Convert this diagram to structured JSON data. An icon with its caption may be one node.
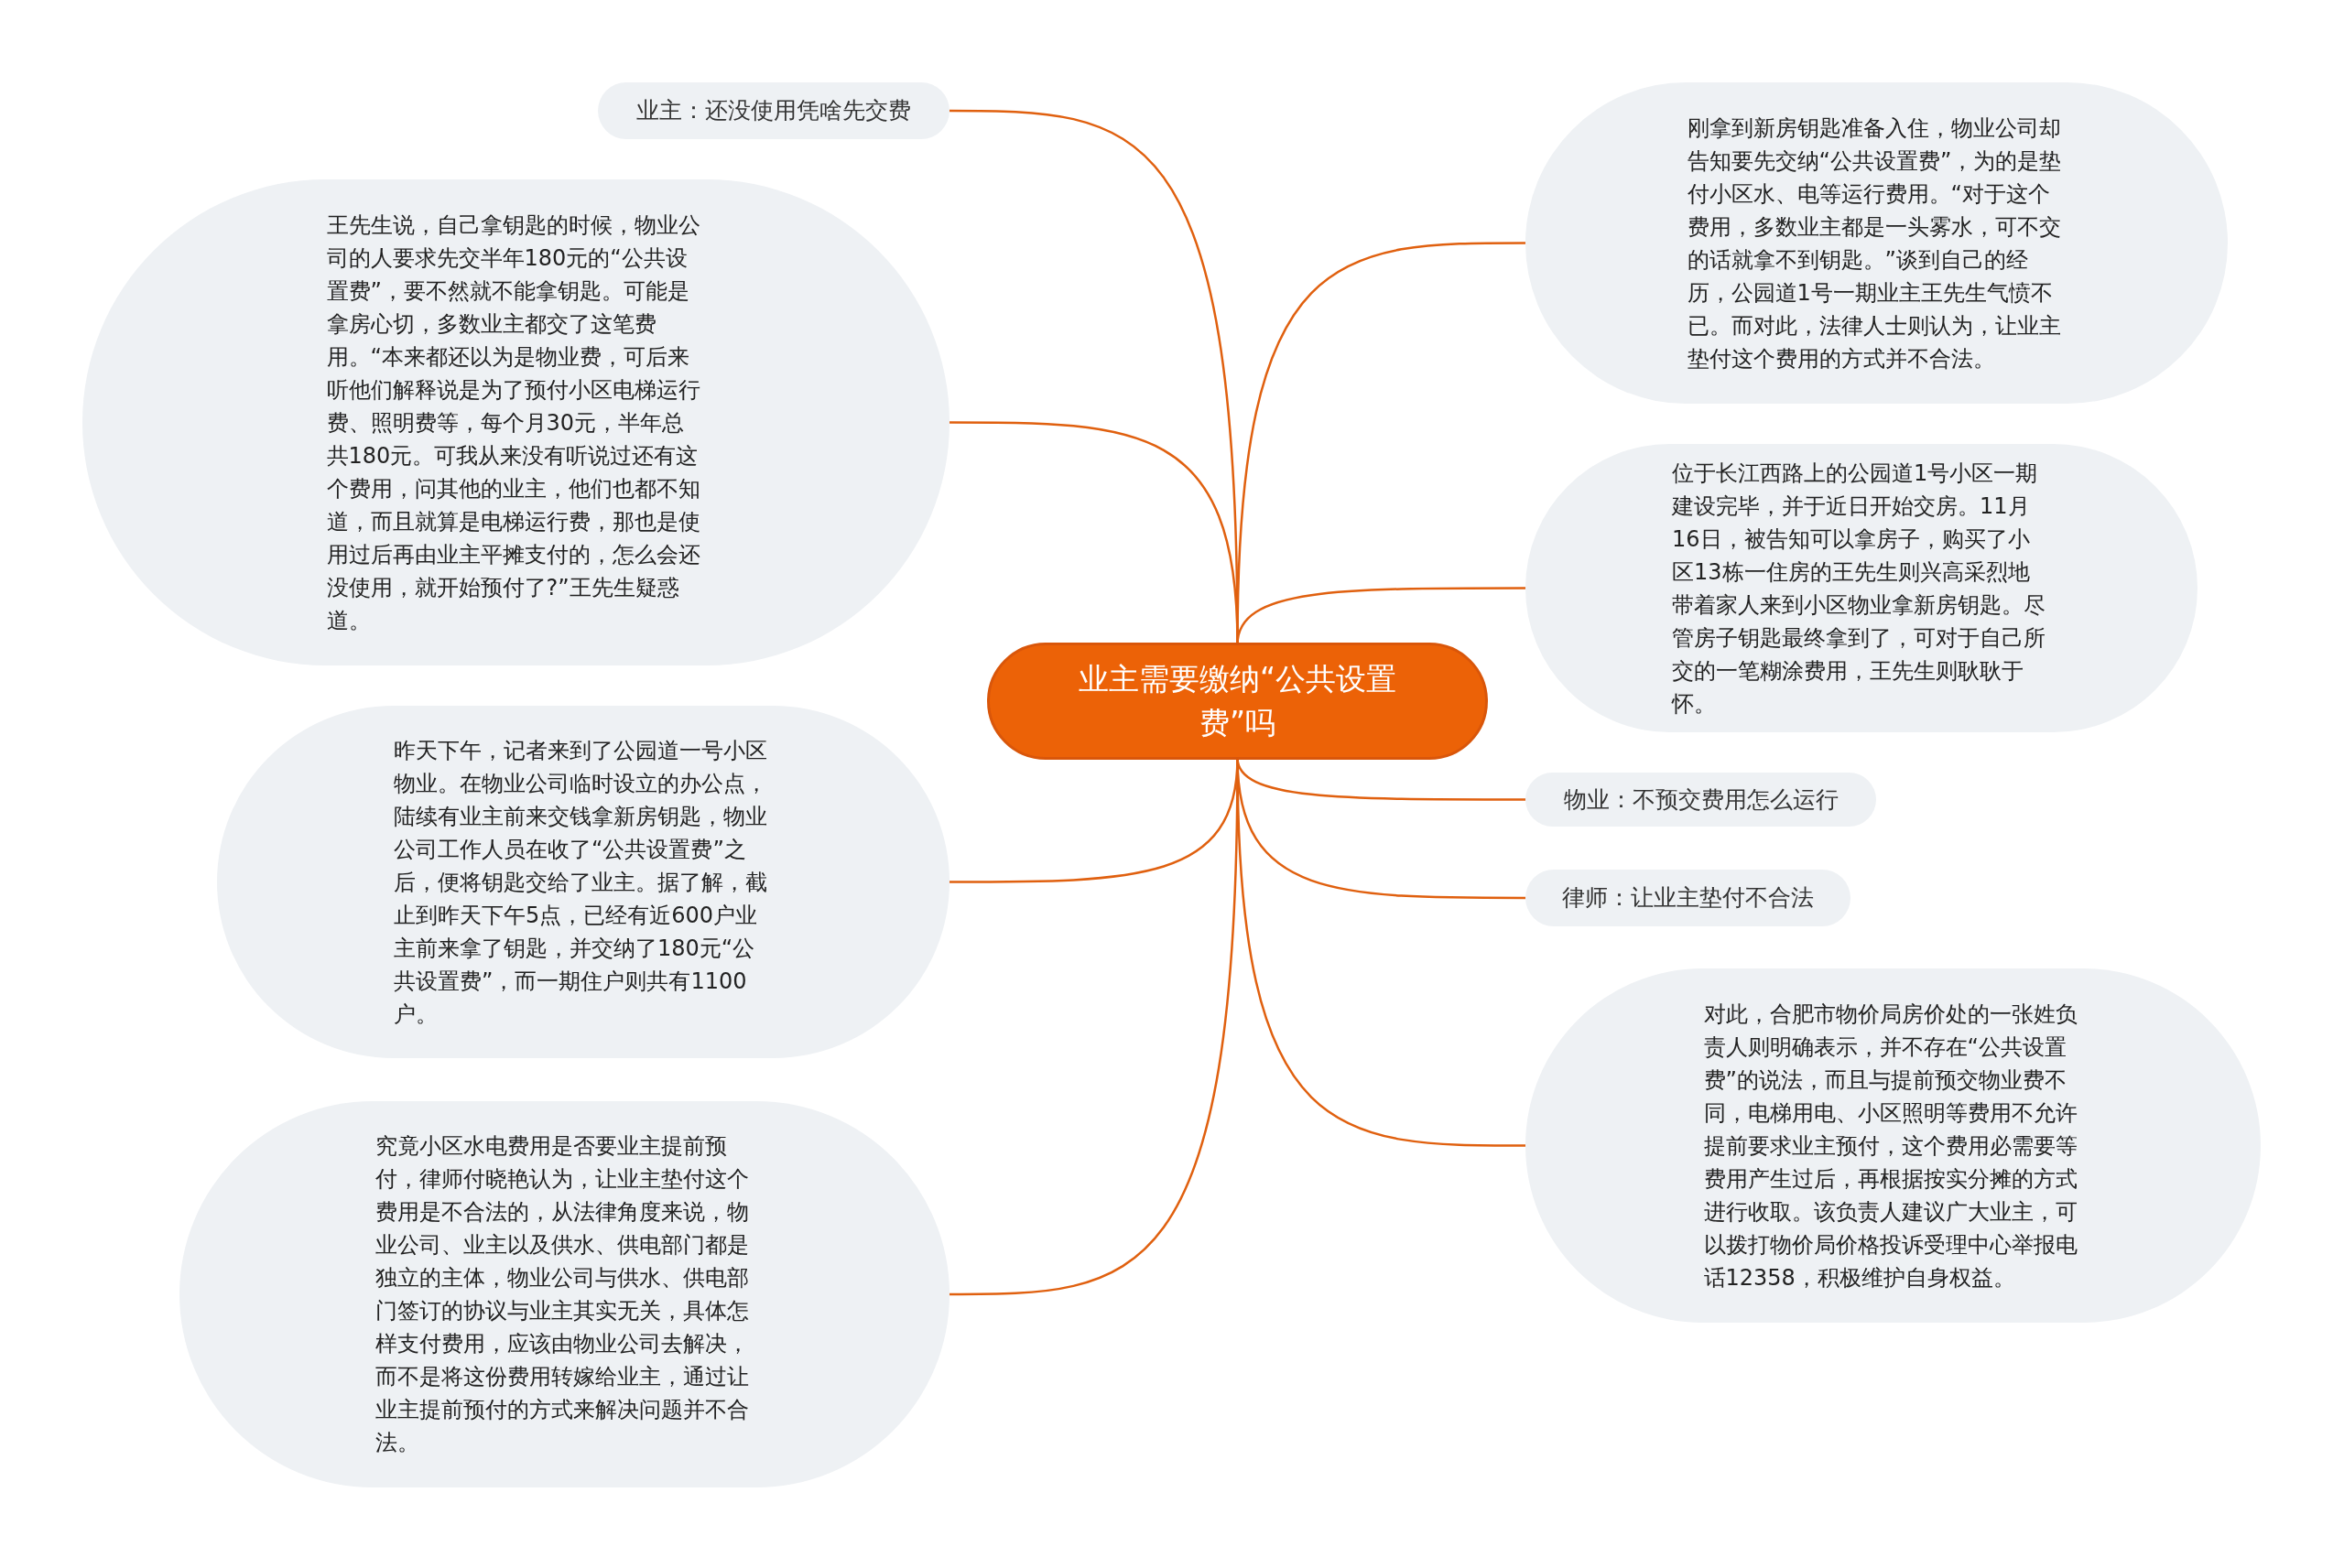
{
  "diagram": {
    "nodes": [
      {
        "text": [
          "业主需要缴纳“公共设置费”吗"
        ]
      },
      {
        "text": [
          "业主：还没使用凭啥先交费"
        ]
      },
      {
        "text": [
          "王先生说，自己拿钥匙的时候，物业公司的人要求先交半年180元的“公共设置费”，要不然就不能拿钥匙。可能是拿房心切，多数业主都交了这笔费用。“本来都还以为是物业费，可后来听他们解释说是为了预付小区电梯运行费、照明费等，每个月30元，半年总共180元。可我从来没有听说过还有这个费用，问其他的业主，他们也都不知道，而且就算是电梯运行费，那也是使用过后再由业主平摊支付的，怎么会还没使用，就开始预付了?”王先生疑惑道。"
        ]
      },
      {
        "text": [
          "昨天下午，记者来到了公园道一号小区物业。在物业公司临时设立的办公点，陆续有业主前来交钱拿新房钥匙，物业公司工作人员在收了“公共设置费”之后，便将钥匙交给了业主。据了解，截止到昨天下午5点，已经有近600户业主前来拿了钥匙，并交纳了180元“公共设置费”，而一期住户则共有1100户。"
        ]
      },
      {
        "text": [
          "究竟小区水电费用是否要业主提前预付，律师付晓艳认为，让业主垫付这个费用是不合法的，从法律角度来说，物业公司、业主以及供水、供电部门都是独立的主体，物业公司与供水、供电部门签订的协议与业主其实无关，具体怎样支付费用，应该由物业公司去解决，而不是将这份费用转嫁给业主，通过让业主提前预付的方式来解决问题并不合法。"
        ]
      },
      {
        "text": [
          "刚拿到新房钥匙准备入住，物业公司却告知要先交纳“公共设置费”，为的是垫付小区水、电等运行费用。“对于这个费用，多数业主都是一头雾水，可不交的话就拿不到钥匙。”谈到自己的经历，公园道1号一期业主王先生气愤不已。而对此，法律人士则认为，让业主垫付这个费用的方式并不合法。"
        ]
      },
      {
        "text": [
          "位于长江西路上的公园道1号小区一期建设完毕，并于近日开始交房。11月16日，被告知可以拿房子，购买了小区13栋一住房的王先生则兴高采烈地带着家人来到小区物业拿新房钥匙。尽管房子钥匙最终拿到了，可对于自己所交的一笔糊涂费用，王先生则耿耿于怀。"
        ]
      },
      {
        "text": [
          "物业：不预交费用怎么运行"
        ]
      },
      {
        "text": [
          "律师：让业主垫付不合法"
        ]
      },
      {
        "text": [
          "对此，合肥市物价局房价处的一张姓负责人则明确表示，并不存在“公共设置费”的说法，而且与提前预交物业费不同，电梯用电、小区照明等费用不允许提前要求业主预付，这个费用必需要等费用产生过后，再根据按实分摊的方式进行收取。该负责人建议广大业主，可以拨打物价局价格投诉受理中心举报电话12358，积极维护自身权益。"
        ]
      }
    ],
    "edges": [
      {
        "from": 0,
        "to": 1,
        "arrow": "none"
      },
      {
        "from": 0,
        "to": 2,
        "arrow": "none"
      },
      {
        "from": 0,
        "to": 3,
        "arrow": "none"
      },
      {
        "from": 0,
        "to": 4,
        "arrow": "none"
      },
      {
        "from": 0,
        "to": 5,
        "arrow": "none"
      },
      {
        "from": 0,
        "to": 6,
        "arrow": "none"
      },
      {
        "from": 0,
        "to": 7,
        "arrow": "none"
      },
      {
        "from": 0,
        "to": 8,
        "arrow": "none"
      },
      {
        "from": 0,
        "to": 9,
        "arrow": "none"
      }
    ]
  }
}
